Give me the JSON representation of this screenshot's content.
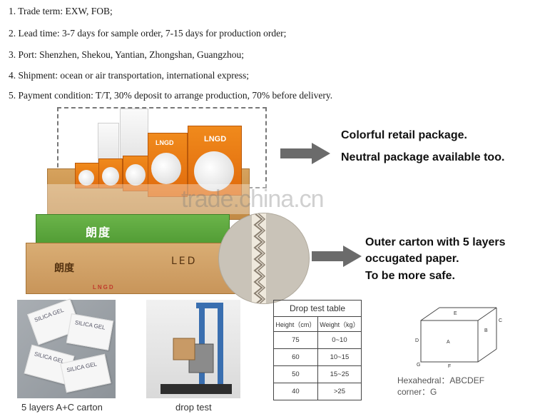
{
  "terms": [
    "1. Trade term: EXW, FOB;",
    "2. Lead time: 3-7 days for sample order, 7-15 days for production order;",
    "3. Port: Shenzhen, Shekou, Yantian, Zhongshan, Guangzhou;",
    "4. Shipment: ocean or air transportation, international express;",
    "5. Payment condition: T/T, 30% deposit to arrange production, 70% before delivery."
  ],
  "package_photo": {
    "brand_cn": "朗度",
    "brand_en": "LNGD",
    "led_label": "LED",
    "watermark": "trade.china.cn"
  },
  "callouts": {
    "retail_line1": "Colorful retail package.",
    "retail_line2": "Neutral package available too.",
    "carton_line1": "Outer carton with 5 layers",
    "carton_line2": "occugated paper.",
    "carton_line3": "To be more safe."
  },
  "captions": {
    "silica": "5 layers A+C carton",
    "drop": "drop test"
  },
  "drop_table": {
    "title": "Drop test table",
    "col1": "Height（cm）",
    "col2": "Weight（kg）",
    "rows": [
      {
        "height": "75",
        "weight": "0~10"
      },
      {
        "height": "60",
        "weight": "10~15"
      },
      {
        "height": "50",
        "weight": "15~25"
      },
      {
        "height": "40",
        "weight": ">25"
      }
    ]
  },
  "cube": {
    "labels": [
      "E",
      "C",
      "B",
      "A",
      "D",
      "G",
      "F"
    ],
    "hexahedral": "Hexahedral：ABCDEF",
    "corner": "corner：G"
  },
  "colors": {
    "accent_orange": "#e06a0c",
    "carton_green": "#4f9a33",
    "arrow_gray": "#6b6b6b"
  }
}
